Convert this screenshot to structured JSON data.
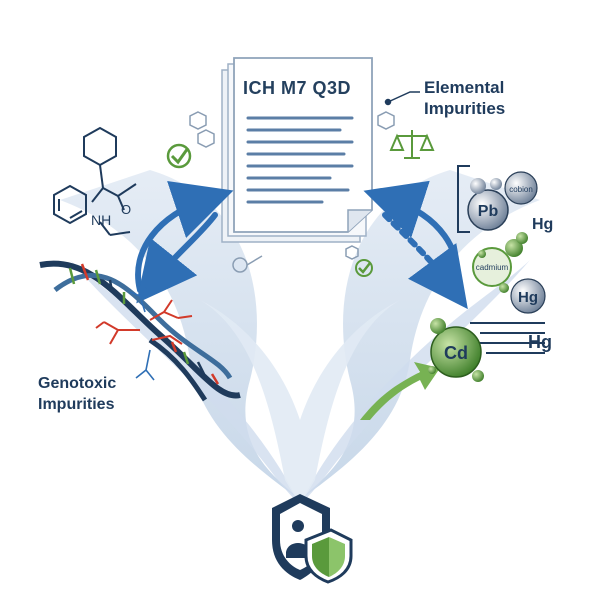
{
  "document": {
    "title": "ICH M7 Q3D"
  },
  "labels": {
    "elemental_line1": "Elemental",
    "elemental_line2": "Impurities",
    "genotoxic_line1": "Genotoxic",
    "genotoxic_line2": "Impurities"
  },
  "elements": {
    "pb": "Pb",
    "cobalt": "cobion",
    "hg_top": "Hg",
    "cadmium": "cadmium",
    "hg_mid": "Hg",
    "cd": "Cd",
    "hg_bottom": "Hg"
  },
  "molecule": {
    "nh": "NH",
    "o": "O"
  },
  "colors": {
    "navy": "#1f3b5c",
    "blue_arrow": "#2f6fb5",
    "light_flow": "#c9d8ea",
    "green": "#5a9a3c",
    "dna_red": "#d23a2a"
  }
}
